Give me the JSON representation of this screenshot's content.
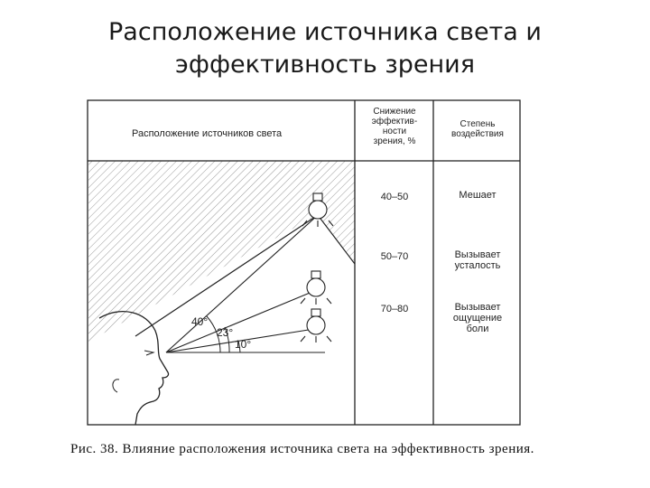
{
  "slide": {
    "title_line1": "Расположение источника света и",
    "title_line2": "эффективность зрения"
  },
  "table": {
    "col1_header": "Расположение источников света",
    "col2_header": [
      "Снижение",
      "эффектив-",
      "ности",
      "зрения, %"
    ],
    "col3_header": [
      "Степень",
      "воздействия"
    ],
    "rows": [
      {
        "reduction": "40–50",
        "effect": [
          "Мешает"
        ]
      },
      {
        "reduction": "50–70",
        "effect": [
          "Вызывает",
          "усталость"
        ]
      },
      {
        "reduction": "70–80",
        "effect": [
          "Вызывает",
          "ощущение",
          "боли"
        ]
      }
    ]
  },
  "angles": [
    "40°",
    "23°",
    "10°"
  ],
  "caption": "Рис. 38. Влияние расположения источника света на эффективность зрения."
}
